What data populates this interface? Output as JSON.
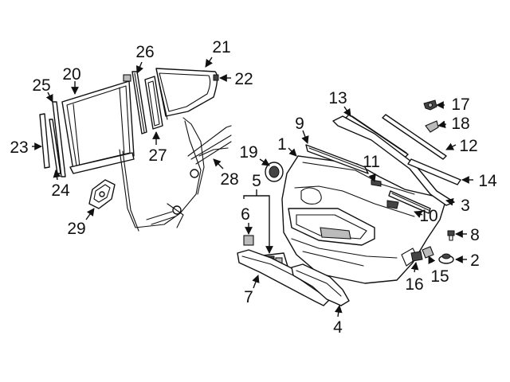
{
  "diagram": {
    "callouts": [
      "1",
      "2",
      "3",
      "4",
      "5",
      "6",
      "7",
      "8",
      "10",
      "11",
      "12",
      "13",
      "14",
      "15",
      "16",
      "17",
      "18",
      "19",
      "20",
      "21",
      "22",
      "23",
      "24",
      "25",
      "26",
      "27",
      "28",
      "29",
      "9"
    ]
  }
}
